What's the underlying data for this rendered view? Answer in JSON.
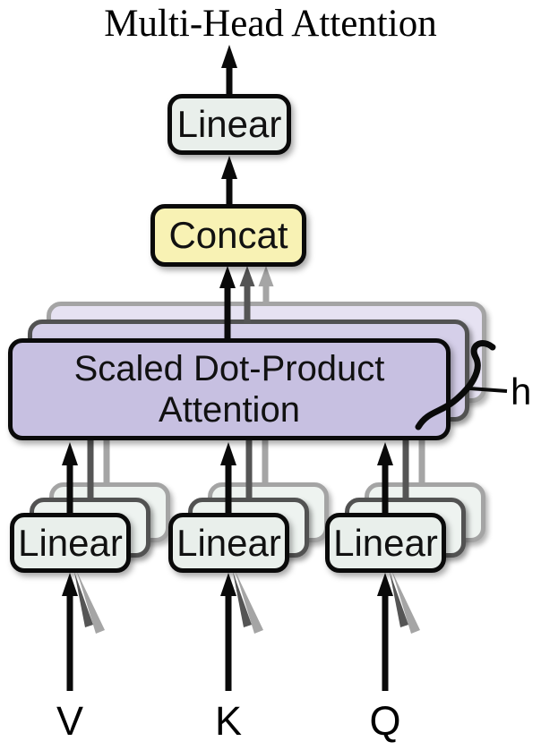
{
  "title": "Multi-Head Attention",
  "boxes": {
    "output_linear": "Linear",
    "concat": "Concat",
    "attention_line1": "Scaled Dot-Product",
    "attention_line2": "Attention",
    "linear_v": "Linear",
    "linear_k": "Linear",
    "linear_q": "Linear"
  },
  "annotations": {
    "head_count": "h"
  },
  "inputs": {
    "v": "V",
    "k": "K",
    "q": "Q"
  },
  "colors": {
    "attention_fill": "#c7c0e1",
    "attention_mid_fill": "#d5cfe9",
    "attention_back_fill": "#e6e2f2",
    "linear_fill": "#e9efeb",
    "linear_ghost_fill": "#eef3f0",
    "concat_fill": "#f8f2b4",
    "ghost_mid_border": "#525252",
    "ghost_back_border": "#a4a4a4",
    "line_black": "#0a0a0a",
    "arrow_dark_gray": "#555555",
    "arrow_light_gray": "#a5a5a5"
  }
}
